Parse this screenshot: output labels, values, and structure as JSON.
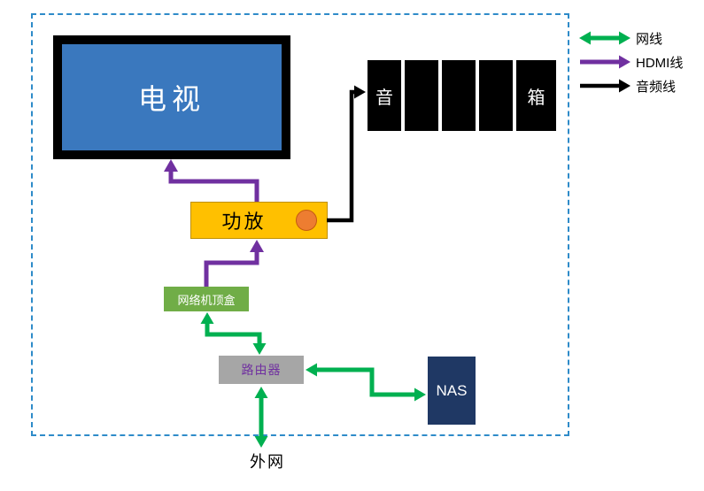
{
  "diagram": {
    "tv": {
      "label": "电视"
    },
    "speakers": {
      "first": "音",
      "last": "箱"
    },
    "amplifier": {
      "label": "功放"
    },
    "settop": {
      "label": "网络机顶盒"
    },
    "router": {
      "label": "路由器"
    },
    "nas": {
      "label": "NAS"
    },
    "external": {
      "label": "外网"
    }
  },
  "legend": {
    "items": [
      {
        "label": "网线",
        "color": "#00B050",
        "line": "double-arrow"
      },
      {
        "label": "HDMI线",
        "color": "#7030A0",
        "line": "arrow"
      },
      {
        "label": "音频线",
        "color": "#000000",
        "line": "arrow"
      }
    ]
  },
  "colors": {
    "boundary": "#2E8BC9",
    "tv_screen": "#3A78BE",
    "tv_frame": "#000000",
    "speaker": "#000000",
    "amplifier": "#FFC000",
    "amplifier_knob": "#ED7D31",
    "settop": "#70AD47",
    "router": "#A6A6A6",
    "router_text": "#7030A0",
    "nas": "#1F3864",
    "ethernet": "#00B050",
    "hdmi": "#7030A0",
    "audio": "#000000"
  }
}
